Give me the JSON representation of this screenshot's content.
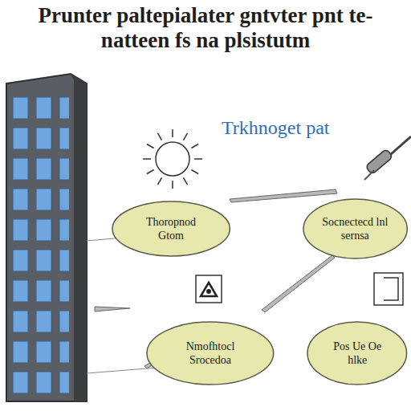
{
  "diagram": {
    "title": "Prunter paltepialater gntvter pnt te-natteen fs na plsistutm",
    "nodes": [
      {
        "text": [
          "Thoropnod Gtom"
        ]
      },
      {
        "text": [
          "Socnectecd lnl sernsa"
        ]
      },
      {
        "text": [
          "Nmofhtocl Srocedoa"
        ]
      },
      {
        "text": [
          "Pos Ue Oe hlke"
        ]
      }
    ],
    "labels": [
      "Trkhnoget pat"
    ]
  }
}
